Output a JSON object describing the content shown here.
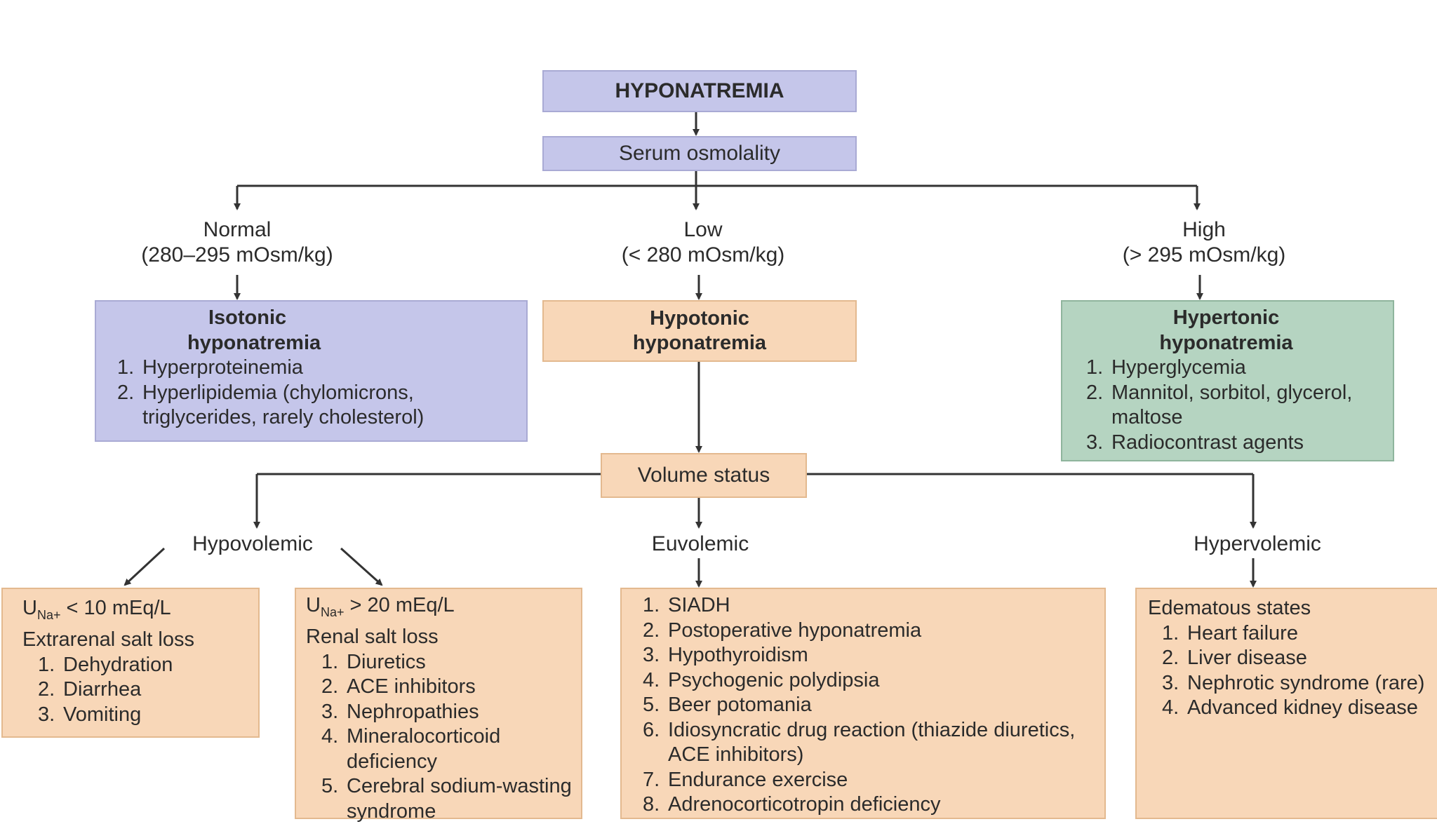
{
  "root": "HYPONATREMIA",
  "serum_osmolality": "Serum osmolality",
  "branches": {
    "normal": {
      "label": "Normal",
      "range": "(280–295 mOsm/kg)"
    },
    "low": {
      "label": "Low",
      "range": "(< 280 mOsm/kg)"
    },
    "high": {
      "label": "High",
      "range": "(> 295 mOsm/kg)"
    }
  },
  "isotonic": {
    "title_line1": "Isotonic",
    "title_line2": "hyponatremia",
    "items": [
      {
        "num": "1.",
        "text": "Hyperproteinemia"
      },
      {
        "num": "2.",
        "text": "Hyperlipidemia (chylomicrons, triglycerides, rarely cholesterol)"
      }
    ]
  },
  "hypotonic": {
    "title_line1": "Hypotonic",
    "title_line2": "hyponatremia"
  },
  "hypertonic": {
    "title_line1": "Hypertonic",
    "title_line2": "hyponatremia",
    "items": [
      {
        "num": "1.",
        "text": "Hyperglycemia"
      },
      {
        "num": "2.",
        "text": "Mannitol, sorbitol, glycerol, maltose"
      },
      {
        "num": "3.",
        "text": "Radiocontrast agents"
      }
    ]
  },
  "volume_status": "Volume status",
  "volume_branches": {
    "hypovolemic": "Hypovolemic",
    "euvolemic": "Euvolemic",
    "hypervolemic": "Hypervolemic"
  },
  "extrarenal": {
    "criterion_prefix": "U",
    "criterion_sub": "Na+",
    "criterion_suffix": " < 10 mEq/L",
    "title": "Extrarenal salt loss",
    "items": [
      {
        "num": "1.",
        "text": "Dehydration"
      },
      {
        "num": "2.",
        "text": "Diarrhea"
      },
      {
        "num": "3.",
        "text": "Vomiting"
      }
    ]
  },
  "renal": {
    "criterion_prefix": "U",
    "criterion_sub": "Na+",
    "criterion_suffix": " > 20 mEq/L",
    "title": "Renal salt loss",
    "items": [
      {
        "num": "1.",
        "text": "Diuretics"
      },
      {
        "num": "2.",
        "text": "ACE inhibitors"
      },
      {
        "num": "3.",
        "text": "Nephropathies"
      },
      {
        "num": "4.",
        "text": "Mineralocorticoid deficiency"
      },
      {
        "num": "5.",
        "text": "Cerebral sodium-wasting syndrome"
      }
    ]
  },
  "euvolemic_causes": {
    "items": [
      {
        "num": "1.",
        "text": "SIADH"
      },
      {
        "num": "2.",
        "text": "Postoperative hyponatremia"
      },
      {
        "num": "3.",
        "text": "Hypothyroidism"
      },
      {
        "num": "4.",
        "text": "Psychogenic polydipsia"
      },
      {
        "num": "5.",
        "text": "Beer potomania"
      },
      {
        "num": "6.",
        "text": "Idiosyncratic drug reaction (thiazide diuretics, ACE inhibitors)"
      },
      {
        "num": "7.",
        "text": "Endurance exercise"
      },
      {
        "num": "8.",
        "text": "Adrenocorticotropin deficiency"
      }
    ]
  },
  "edematous": {
    "title": "Edematous states",
    "items": [
      {
        "num": "1.",
        "text": "Heart failure"
      },
      {
        "num": "2.",
        "text": "Liver disease"
      },
      {
        "num": "3.",
        "text": "Nephrotic syndrome (rare)"
      },
      {
        "num": "4.",
        "text": "Advanced kidney disease"
      }
    ]
  },
  "colors": {
    "purple": "#c5c6ea",
    "orange": "#f8d7b8",
    "green": "#b5d4c1",
    "line": "#333333"
  }
}
